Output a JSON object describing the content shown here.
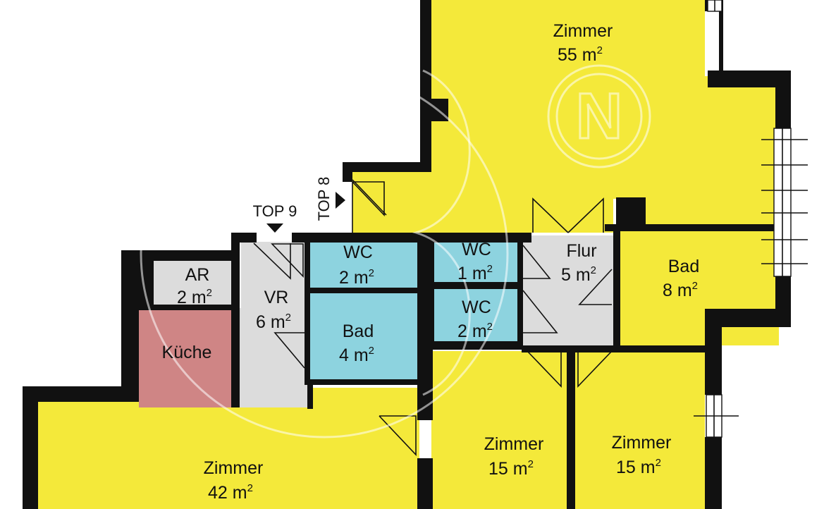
{
  "colors": {
    "living": "#f4e93a",
    "wet": "#8dd3df",
    "kitchen": "#cf8585",
    "circulation": "#dcdcdc",
    "wall": "#111111"
  },
  "rooms": {
    "zimmer_top": {
      "name": "Zimmer",
      "area": "55 m",
      "sup": "2"
    },
    "zimmer_left": {
      "name": "Zimmer",
      "area": "42 m",
      "sup": "2"
    },
    "zimmer_mid": {
      "name": "Zimmer",
      "area": "15 m",
      "sup": "2"
    },
    "zimmer_right": {
      "name": "Zimmer",
      "area": "15 m",
      "sup": "2"
    },
    "bad_right": {
      "name": "Bad",
      "area": "8 m",
      "sup": "2"
    },
    "flur": {
      "name": "Flur",
      "area": "5 m",
      "sup": "2"
    },
    "wc_1": {
      "name": "WC",
      "area": "2 m",
      "sup": "2"
    },
    "wc_2": {
      "name": "WC",
      "area": "1 m",
      "sup": "2"
    },
    "wc_3": {
      "name": "WC",
      "area": "2 m",
      "sup": "2"
    },
    "bad_left": {
      "name": "Bad",
      "area": "4 m",
      "sup": "2"
    },
    "vr": {
      "name": "VR",
      "area": "6 m",
      "sup": "2"
    },
    "ar": {
      "name": "AR",
      "area": "2 m",
      "sup": "2"
    },
    "kueche": {
      "name": "Küche"
    }
  },
  "entrances": {
    "top9": "TOP 9",
    "top8": "TOP 8"
  },
  "watermark": {
    "letter": "N"
  }
}
